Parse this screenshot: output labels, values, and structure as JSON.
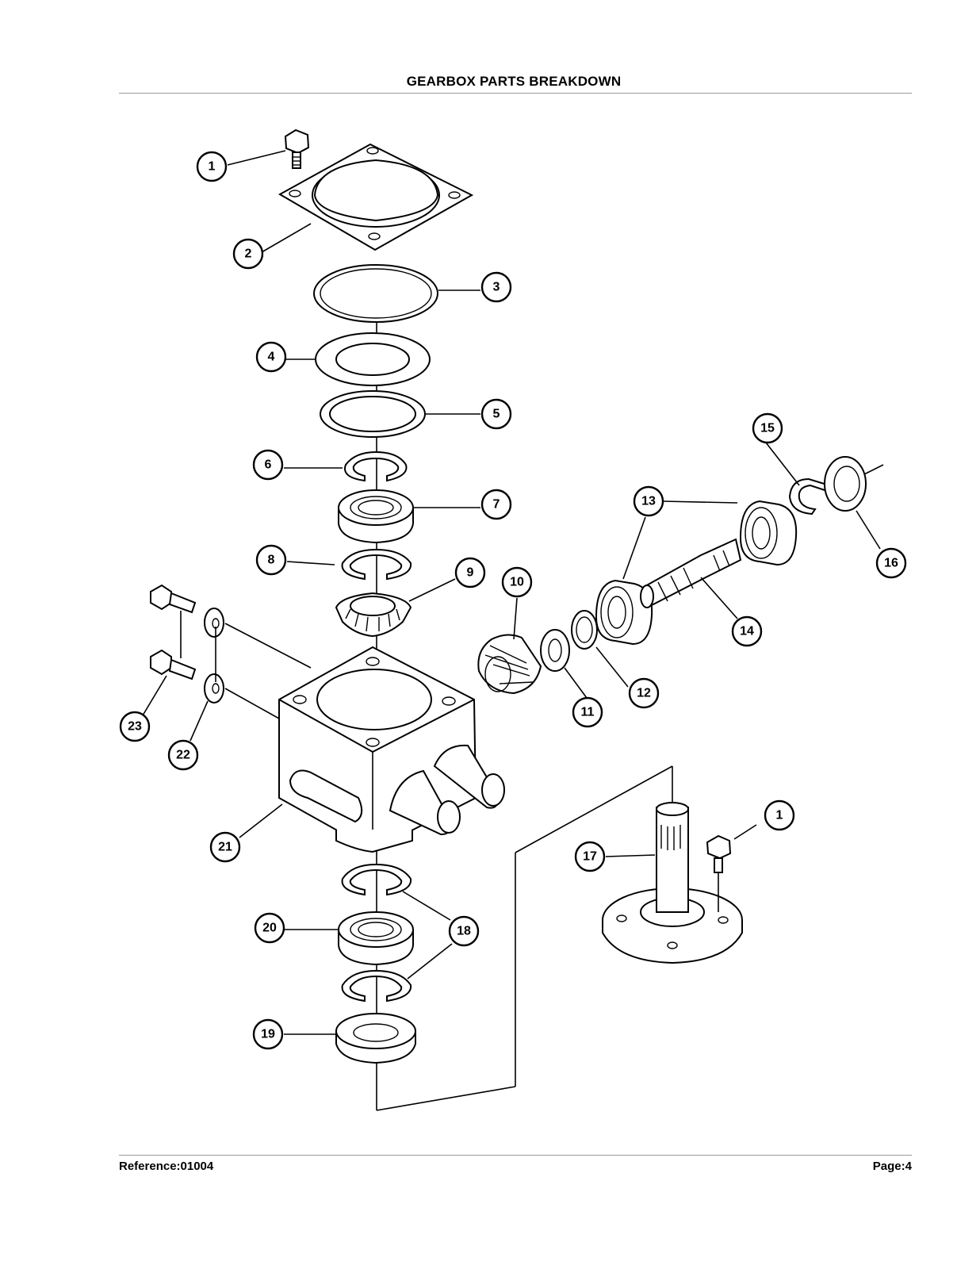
{
  "header": {
    "title": "GEARBOX PARTS BREAKDOWN"
  },
  "footer": {
    "reference": "Reference:01004",
    "page": "Page:4"
  },
  "callouts": [
    "1",
    "2",
    "3",
    "4",
    "5",
    "6",
    "7",
    "8",
    "9",
    "10",
    "11",
    "12",
    "13",
    "14",
    "15",
    "16",
    "1",
    "17",
    "18",
    "19",
    "20",
    "21",
    "22",
    "23"
  ],
  "colors": {
    "ink": "#000000",
    "rule": "#9a9a9a",
    "paper": "#ffffff"
  }
}
